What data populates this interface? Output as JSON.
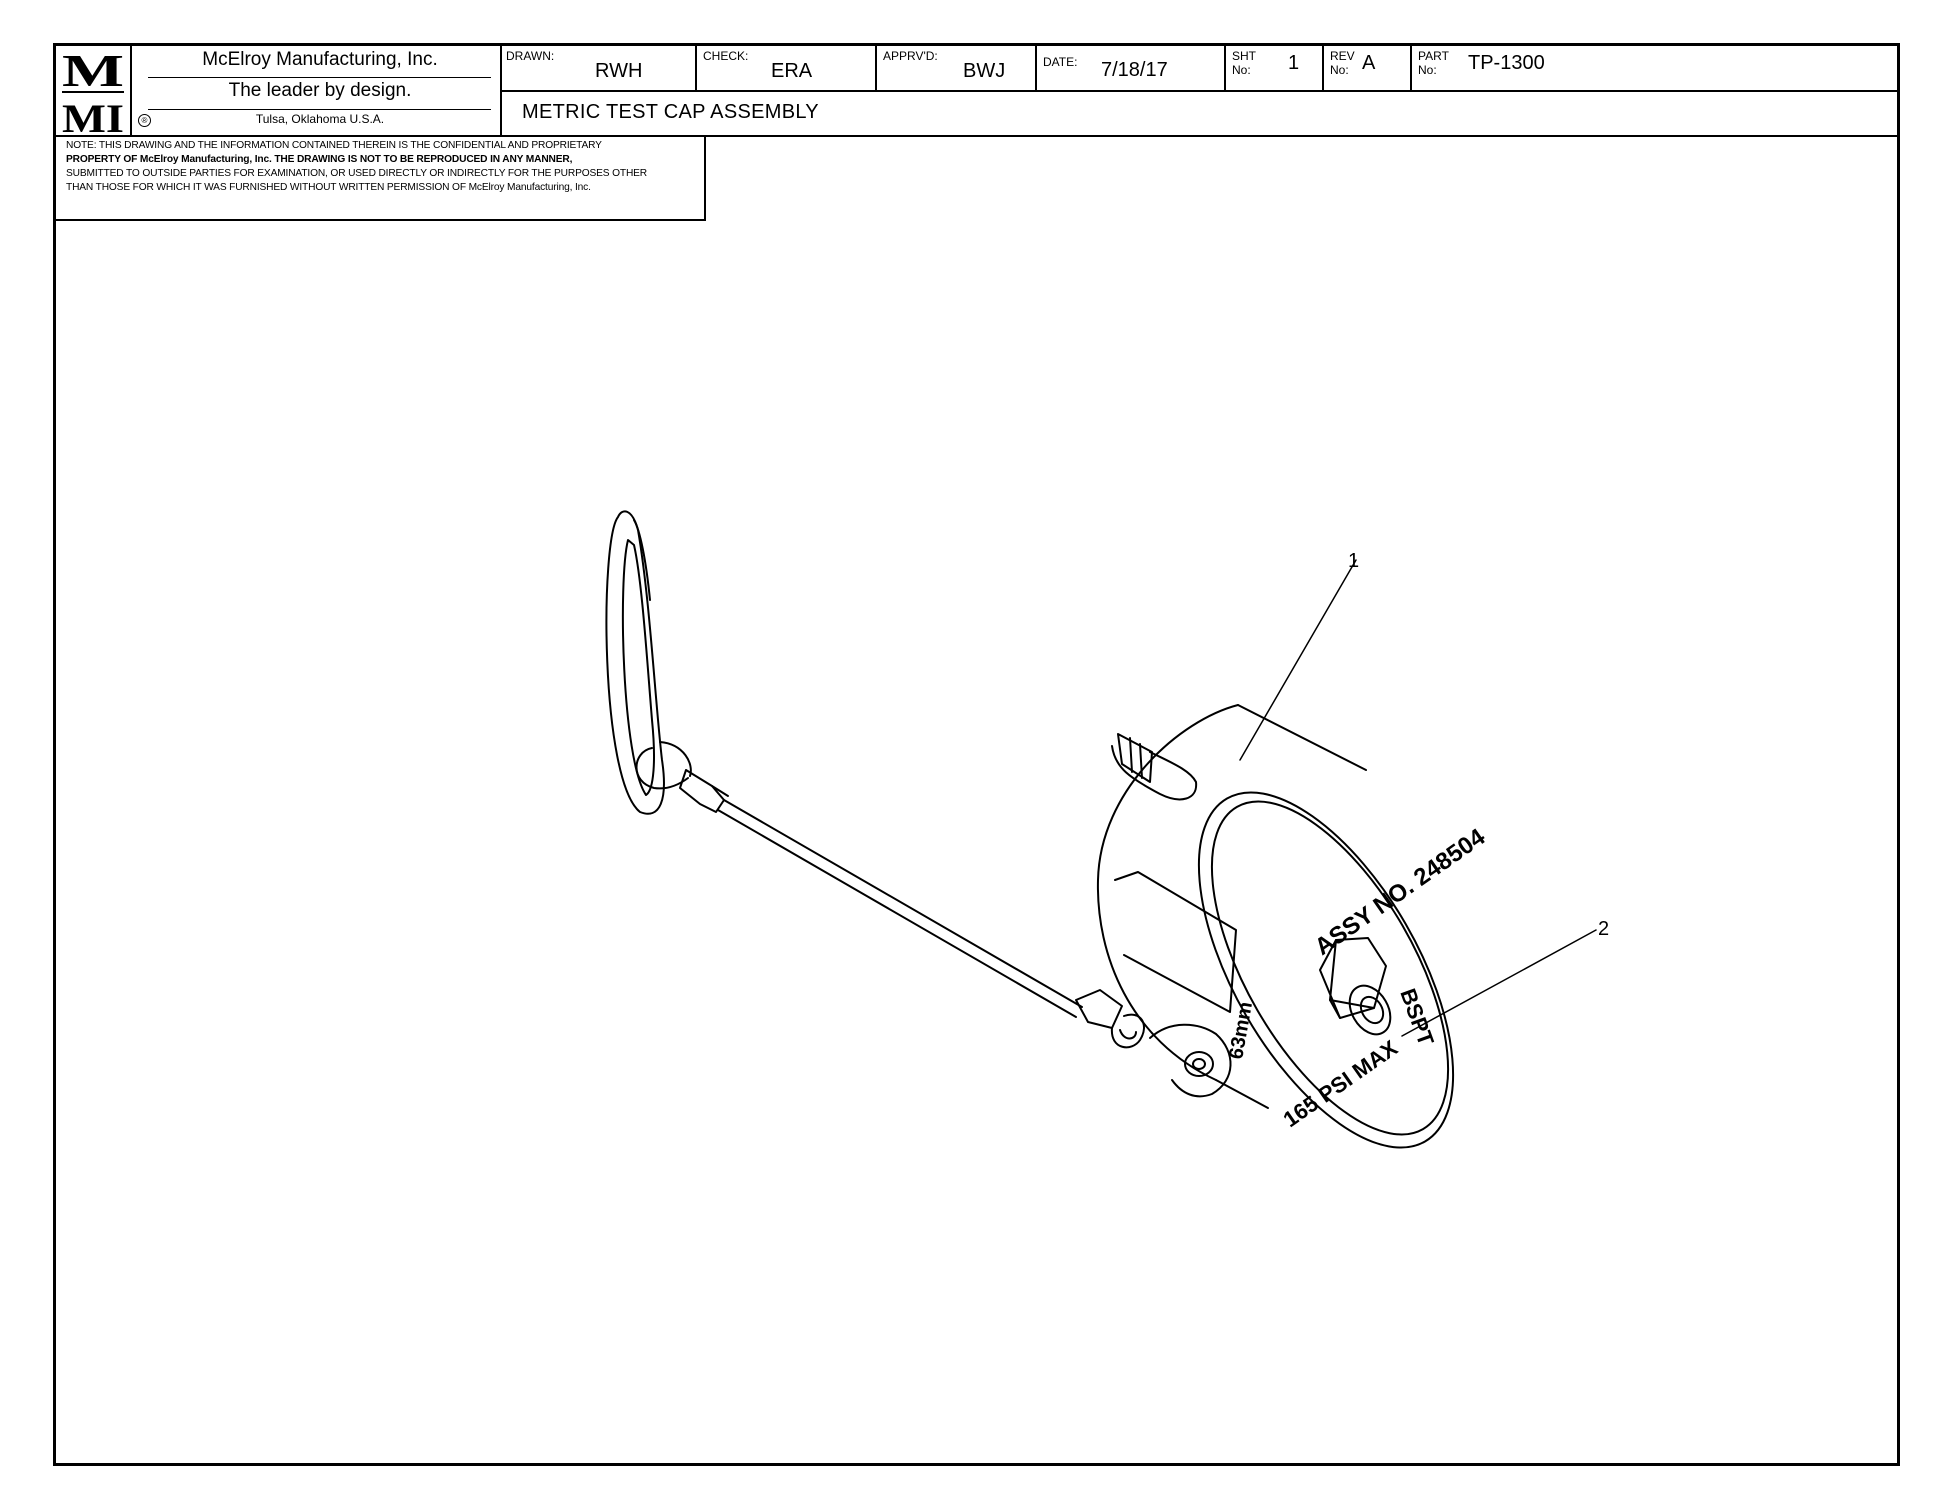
{
  "title_block": {
    "logo": "MMI",
    "company": "McElroy Manufacturing, Inc.",
    "tagline": "The leader by design.",
    "location": "Tulsa, Oklahoma U.S.A.",
    "registered_mark": "®",
    "drawn_label": "DRAWN:",
    "drawn_value": "RWH",
    "check_label": "CHECK:",
    "check_value": "ERA",
    "apprvd_label": "APPRV'D:",
    "apprvd_value": "BWJ",
    "date_label": "DATE:",
    "date_value": "7/18/17",
    "sht_label_1": "SHT",
    "sht_label_2": "No:",
    "sht_value": "1",
    "rev_label_1": "REV",
    "rev_label_2": "No:",
    "rev_value": "A",
    "part_label_1": "PART",
    "part_label_2": "No:",
    "part_value": "TP-1300",
    "drawing_title": "METRIC TEST CAP ASSEMBLY"
  },
  "note": {
    "line1": "NOTE: THIS DRAWING AND THE INFORMATION CONTAINED THEREIN IS THE CONFIDENTIAL AND PROPRIETARY",
    "line2": "PROPERTY OF McElroy Manufacturing, Inc. THE DRAWING IS NOT TO BE REPRODUCED IN ANY MANNER,",
    "line3": "SUBMITTED TO OUTSIDE PARTIES FOR EXAMINATION, OR USED DIRECTLY OR INDIRECTLY FOR THE PURPOSES OTHER",
    "line4": "THAN THOSE FOR WHICH IT WAS FURNISHED WITHOUT WRITTEN PERMISSION OF McElroy Manufacturing, Inc."
  },
  "drawing": {
    "callout_1": "1",
    "callout_2": "2",
    "cap_text_assy": "ASSY NO. 248504",
    "cap_text_size": "63mm",
    "cap_text_thread": "BSPT",
    "cap_text_pressure": "165 PSI MAX"
  }
}
